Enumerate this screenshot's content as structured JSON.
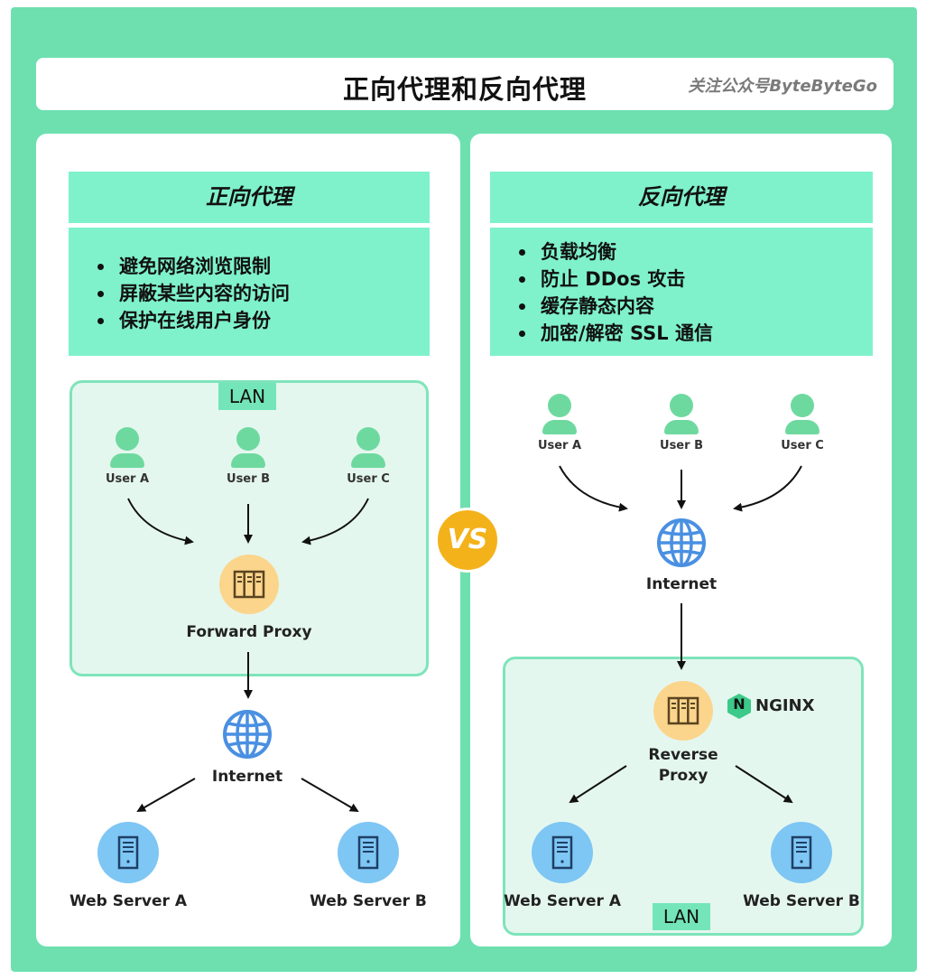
{
  "header": {
    "title": "正向代理和反向代理",
    "tag": "关注公众号ByteByteGo"
  },
  "left": {
    "heading": "正向代理",
    "bullets": [
      "避免网络浏览限制",
      "屏蔽某些内容的访问",
      "保护在线用户身份"
    ],
    "lan_label": "LAN",
    "users": [
      "User A",
      "User B",
      "User C"
    ],
    "proxy_label": "Forward Proxy",
    "internet_label": "Internet",
    "servers": [
      "Web Server A",
      "Web Server B"
    ]
  },
  "vs_label": "VS",
  "right": {
    "heading": "反向代理",
    "bullets": [
      "负载均衡",
      "防止 DDos 攻击",
      "缓存静态内容",
      "加密/解密 SSL 通信"
    ],
    "users": [
      "User A",
      "User B",
      "User C"
    ],
    "internet_label": "Internet",
    "proxy_label_line1": "Reverse",
    "proxy_label_line2": "Proxy",
    "nginx_letter": "N",
    "nginx_label": "NGINX",
    "servers": [
      "Web Server A",
      "Web Server B"
    ],
    "lan_label": "LAN"
  },
  "colors": {
    "frame": "#6ee0b0",
    "header_fill": "#7ff2cb",
    "lan_fill": "#e4f7ef",
    "user_icon": "#6ed99f",
    "proxy_circle": "#fcd58c",
    "server_circle": "#7ec6f4",
    "globe": "#4a90e2",
    "vs_badge": "#f4b21a"
  }
}
